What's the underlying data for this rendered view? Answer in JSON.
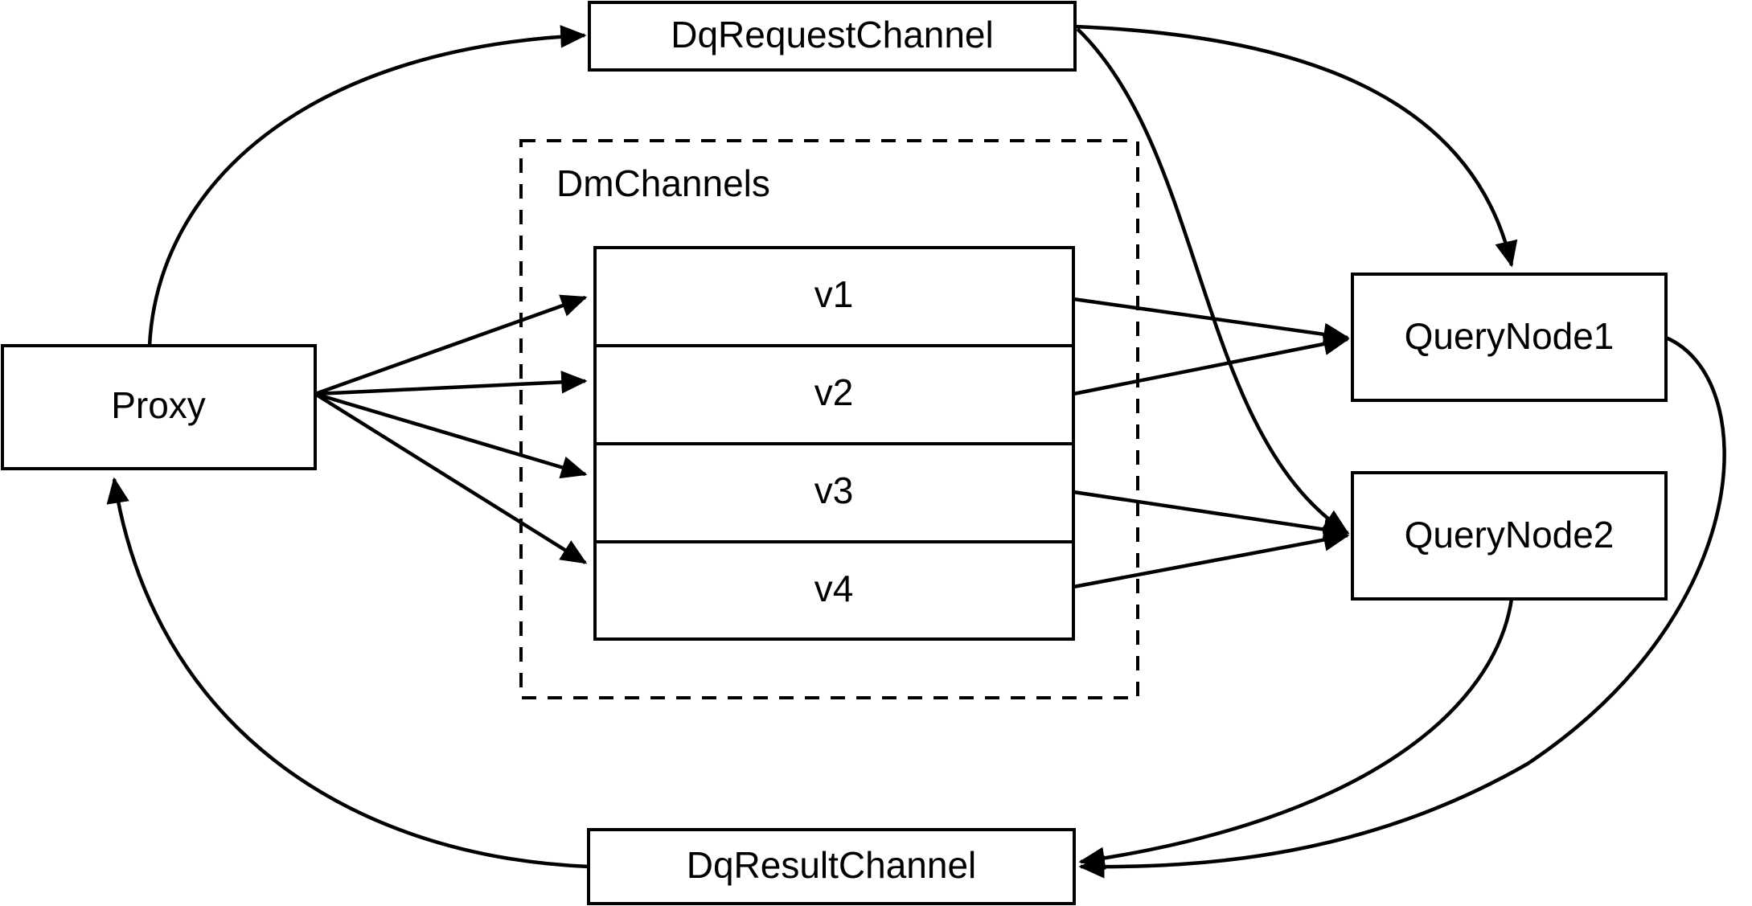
{
  "diagram": {
    "type": "flow-architecture",
    "background_color": "#ffffff",
    "line_color": "#000000",
    "nodes": {
      "proxy": {
        "label": "Proxy"
      },
      "dq_request_channel": {
        "label": "DqRequestChannel"
      },
      "dq_result_channel": {
        "label": "DqResultChannel"
      },
      "query_node_1": {
        "label": "QueryNode1"
      },
      "query_node_2": {
        "label": "QueryNode2"
      },
      "dm_channels_group": {
        "label": "DmChannels"
      }
    },
    "channels": [
      {
        "label": "v1"
      },
      {
        "label": "v2"
      },
      {
        "label": "v3"
      },
      {
        "label": "v4"
      }
    ],
    "edges": [
      {
        "from": "Proxy",
        "to": "DqRequestChannel",
        "style": "curve",
        "arrow": true
      },
      {
        "from": "DqRequestChannel",
        "to": "QueryNode1",
        "style": "curve",
        "arrow": true
      },
      {
        "from": "DqRequestChannel",
        "to": "QueryNode2",
        "style": "curve",
        "arrow": true
      },
      {
        "from": "Proxy",
        "to": "v1",
        "style": "straight",
        "arrow": true
      },
      {
        "from": "Proxy",
        "to": "v2",
        "style": "straight",
        "arrow": true
      },
      {
        "from": "Proxy",
        "to": "v3",
        "style": "straight",
        "arrow": true
      },
      {
        "from": "Proxy",
        "to": "v4",
        "style": "straight",
        "arrow": true
      },
      {
        "from": "v1",
        "to": "QueryNode1",
        "style": "straight",
        "arrow": true
      },
      {
        "from": "v2",
        "to": "QueryNode1",
        "style": "straight",
        "arrow": true
      },
      {
        "from": "v3",
        "to": "QueryNode2",
        "style": "straight",
        "arrow": true
      },
      {
        "from": "v4",
        "to": "QueryNode2",
        "style": "straight",
        "arrow": true
      },
      {
        "from": "QueryNode1",
        "to": "DqResultChannel",
        "style": "curve",
        "arrow": true
      },
      {
        "from": "QueryNode2",
        "to": "DqResultChannel",
        "style": "curve",
        "arrow": true
      },
      {
        "from": "DqResultChannel",
        "to": "Proxy",
        "style": "curve",
        "arrow": true
      }
    ]
  }
}
